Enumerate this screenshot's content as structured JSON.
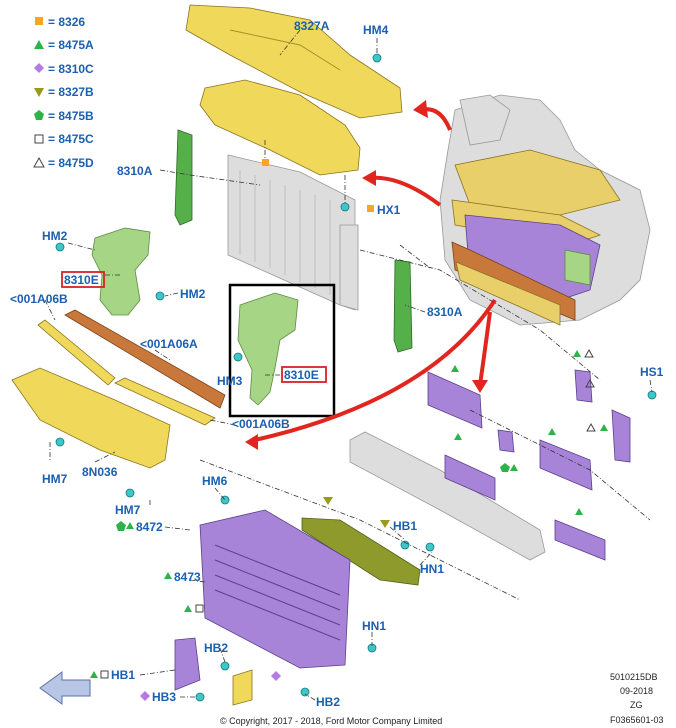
{
  "legend": [
    {
      "symbol": "orange-square",
      "text": "= 8326",
      "color": "#f5a623"
    },
    {
      "symbol": "green-triangle",
      "text": "= 8475A",
      "color": "#2db34a"
    },
    {
      "symbol": "purple-diamond",
      "text": "= 8310C",
      "color": "#b57be0"
    },
    {
      "symbol": "olive-triangle-down",
      "text": "= 8327B",
      "color": "#9a9a1a"
    },
    {
      "symbol": "green-pentagon",
      "text": "= 8475B",
      "color": "#2db34a"
    },
    {
      "symbol": "open-square",
      "text": "= 8475C",
      "color": "#444444"
    },
    {
      "symbol": "open-triangle",
      "text": "= 8475D",
      "color": "#444444"
    }
  ],
  "labels": {
    "l_8327A": "8327A",
    "l_HM4": "HM4",
    "l_8310A_top": "8310A",
    "l_HX1": "HX1",
    "l_HM2_a": "HM2",
    "l_8310E_a": "8310E",
    "l_HM2_b": "HM2",
    "l_001A06B_a": "<001A06B",
    "l_001A06A": "<001A06A",
    "l_HM3": "HM3",
    "l_8310E_b": "8310E",
    "l_8310A_right": "8310A",
    "l_001A06B_b": "<001A06B",
    "l_HS1": "HS1",
    "l_HM7_a": "HM7",
    "l_8N036": "8N036",
    "l_HM6": "HM6",
    "l_HM7_b": "HM7",
    "l_8472": "8472",
    "l_HB1_a": "HB1",
    "l_HN1_a": "HN1",
    "l_8473": "8473",
    "l_HN1_b": "HN1",
    "l_HB2_a": "HB2",
    "l_HB1_b": "HB1",
    "l_HB3": "HB3",
    "l_HB2_b": "HB2"
  },
  "footer": {
    "copyright": "© Copyright, 2017 - 2018, Ford Motor Company Limited",
    "doc_id": "5010215DB",
    "date": "09-2018",
    "region": "ZG",
    "figure_id": "F0365601-03"
  },
  "colors": {
    "label_blue": "#1b5fb0",
    "arrow_red": "#e0261e",
    "highlight_red": "#d8202a",
    "brace_yellow": "#e8cf6a",
    "deflector_purple": "#a884d8",
    "bracket_green": "#56b04a"
  }
}
